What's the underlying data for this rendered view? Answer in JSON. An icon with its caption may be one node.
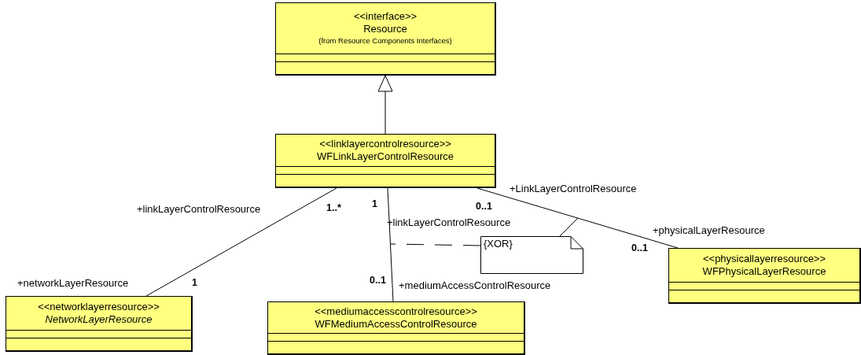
{
  "diagram": {
    "nodes": [
      {
        "text": [
          "<<interface>>",
          "Resource",
          "(from Resource Components Interfaces)"
        ]
      },
      {
        "text": [
          "<<linklayercontrolresource>>",
          "WFLinkLayerControlResource"
        ]
      },
      {
        "text": [
          "<<networklayerresource>>",
          "NetworkLayerResource"
        ]
      },
      {
        "text": [
          "<<mediumaccesscontrolresource>>",
          "WFMediumAccessControlResource"
        ]
      },
      {
        "text": [
          "<<physicallayerresource>>",
          "WFPhysicalLayerResource"
        ]
      },
      {
        "text": [
          "{XOR}"
        ]
      }
    ],
    "edges": [
      {
        "from": 1,
        "to": 0,
        "arrow": "to"
      },
      {
        "from": 1,
        "to": 2,
        "arrow": "none"
      },
      {
        "from": 1,
        "to": 3,
        "arrow": "none"
      },
      {
        "from": 1,
        "to": 4,
        "arrow": "none"
      },
      {
        "from": 5,
        "to": null,
        "arrow": "none"
      },
      {
        "from": 5,
        "to": null,
        "arrow": "none",
        "style": "dashed"
      }
    ],
    "labels": [
      "+LinkLayerControlResource",
      "+linkLayerControlResource",
      "1..*",
      "1",
      "0..1",
      "+linkLayerControlResource",
      "+physicalLayerResource",
      "0..1",
      "+networkLayerResource",
      "1",
      "0..1",
      "+mediumAccessControlResource"
    ]
  }
}
